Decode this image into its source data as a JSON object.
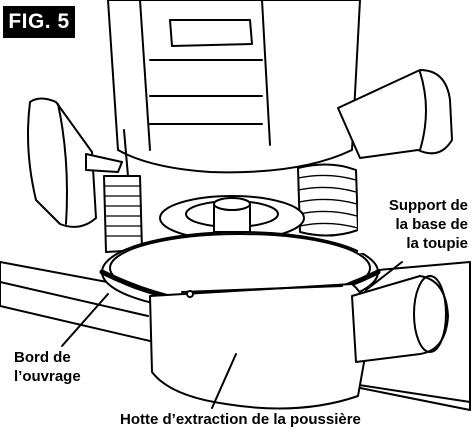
{
  "figure": {
    "label": "FIG. 5",
    "callouts": {
      "support": [
        "Support de",
        "la base de",
        "la toupie"
      ],
      "bord": [
        "Bord de",
        "l’ouvrage"
      ],
      "hotte": "Hotte d’extraction de la poussière"
    }
  }
}
